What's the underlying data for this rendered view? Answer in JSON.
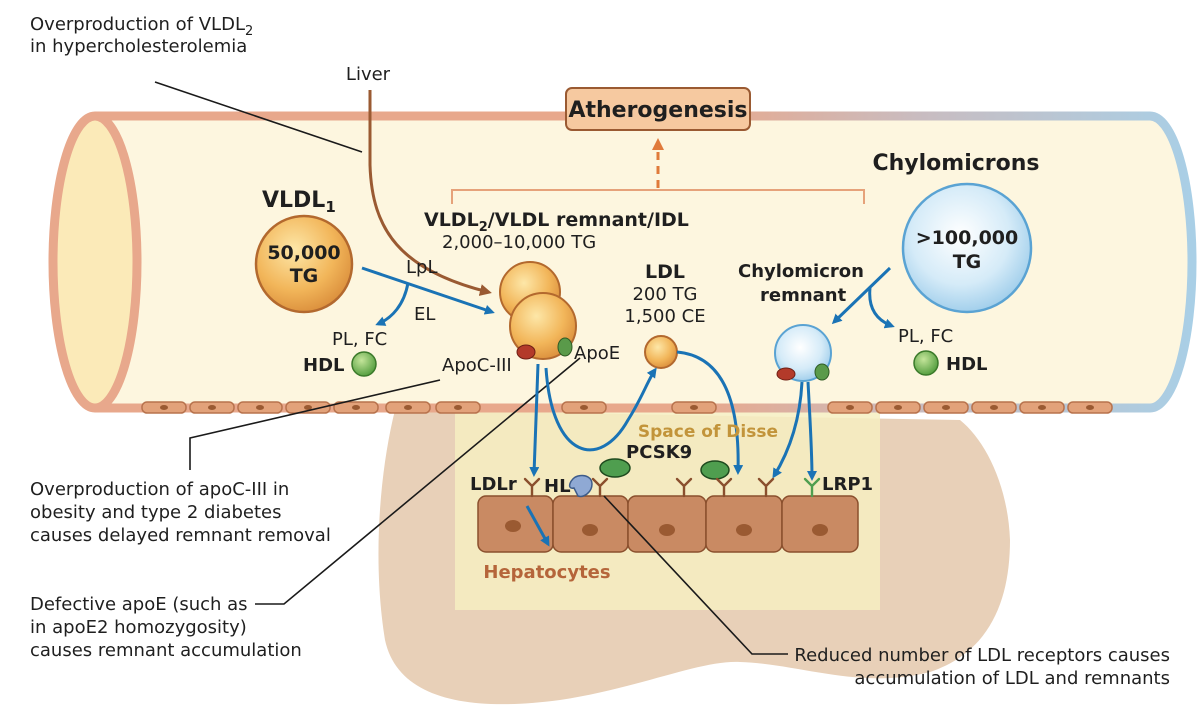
{
  "annotations": {
    "vldl2_over_1": "Overproduction of VLDL",
    "vldl2_over_sub": "2",
    "vldl2_over_2": "in hypercholesterolemia",
    "apoc3_1": "Overproduction of apoC-III in",
    "apoc3_2": "obesity and type 2 diabetes",
    "apoc3_3": "causes delayed remnant removal",
    "apoe_1": "Defective apoE (such as",
    "apoe_2": "in apoE2 homozygosity)",
    "apoe_3": "causes remnant accumulation",
    "ldlr_1": "Reduced number of LDL receptors causes",
    "ldlr_2": "accumulation of LDL and remnants"
  },
  "labels": {
    "liver": "Liver",
    "atherogenesis": "Atherogenesis",
    "vldl1": "VLDL",
    "vldl1_sub": "1",
    "vldl1_count": "50,000",
    "vldl1_tg": "TG",
    "lpl": "LpL",
    "el": "EL",
    "pl_fc_left": "PL, FC",
    "hdl_left": "HDL",
    "vldl2_title_a": "VLDL",
    "vldl2_title_sub": "2",
    "vldl2_title_b": "/VLDL remnant/IDL",
    "vldl2_tg": "2,000–10,000 TG",
    "apoc3": "ApoC-III",
    "apoe": "ApoE",
    "ldl": "LDL",
    "ldl_tg": "200 TG",
    "ldl_ce": "1,500 CE",
    "chylomicrons": "Chylomicrons",
    "chylo_count": ">100,000",
    "chylo_tg": "TG",
    "chylo_remnant_1": "Chylomicron",
    "chylo_remnant_2": "remnant",
    "pl_fc_right": "PL, FC",
    "hdl_right": "HDL",
    "space_of_disse": "Space of Disse",
    "pcsk9": "PCSK9",
    "ldlr": "LDLr",
    "hl": "HL",
    "lrp1": "LRP1",
    "hepatocytes": "Hepatocytes"
  },
  "colors": {
    "vessel_left": "#e8a88c",
    "vessel_right": "#a9cfe6",
    "vessel_fill": "#fdf6df",
    "arrow_blue": "#1a73b5",
    "liver_brown": "#9a5a32",
    "liver_tissue": "#e6cdb4",
    "hepatocyte": "#c98a63",
    "disse": "#f6eec1",
    "atherogenesis_box": "#f6c9a0"
  }
}
